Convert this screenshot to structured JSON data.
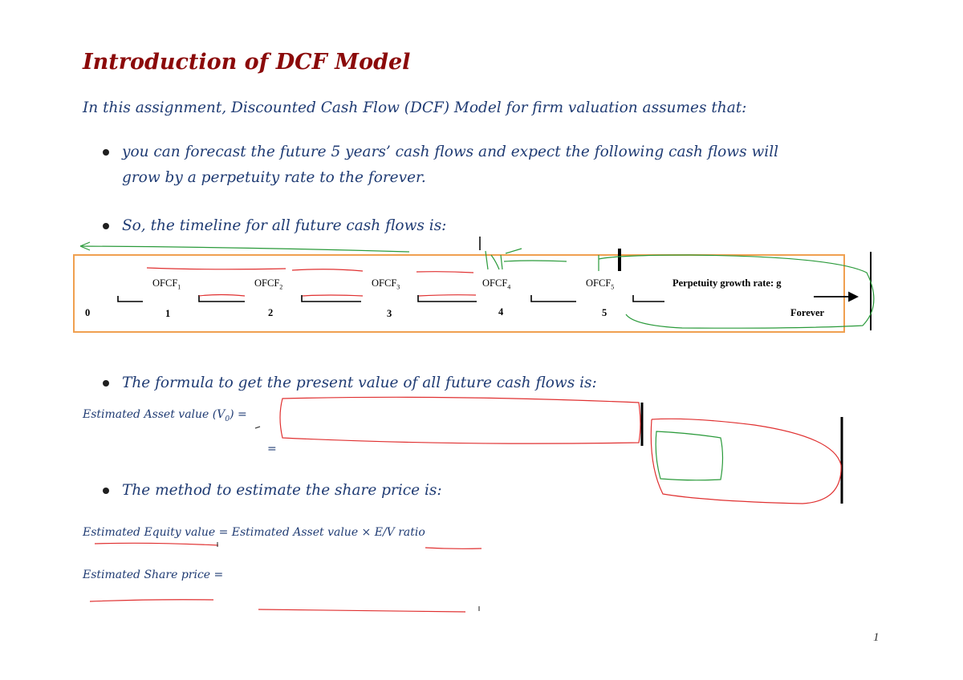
{
  "title": "Introduction of DCF Model",
  "intro": "In this assignment, Discounted Cash Flow (DCF) Model for firm valuation assumes that:",
  "bullets": {
    "forecast_line1": "you can forecast the future 5 years’ cash flows and expect the following cash flows will",
    "forecast_line2": "grow by a perpetuity rate to the forever.",
    "timeline": "So, the timeline for all future cash flows is:",
    "formula": "The formula to get the present value of all future cash flows is:",
    "method": "The method to estimate the share price is:"
  },
  "timeline": {
    "cash_flows": [
      {
        "name": "OFCF",
        "sub": "1"
      },
      {
        "name": "OFCF",
        "sub": "2"
      },
      {
        "name": "OFCF",
        "sub": "3"
      },
      {
        "name": "OFCF",
        "sub": "4"
      },
      {
        "name": "OFCF",
        "sub": "5"
      }
    ],
    "periods": [
      "0",
      "1",
      "2",
      "3",
      "4",
      "5"
    ],
    "growth_label": "Perpetuity growth rate: g",
    "end_label": "Forever"
  },
  "formulas": {
    "asset_value_label": "Estimated Asset value (V",
    "asset_value_sub": "0",
    "asset_value_tail": ") =",
    "equals": "=",
    "equity_value": "Estimated Equity value = Estimated Asset value × E/V ratio",
    "share_price": "Estimated Share price ="
  },
  "page_number": "1",
  "colors": {
    "title": "#8b0a0a",
    "body": "#1f3b73",
    "box": "#f0a050",
    "ink_red": "#e03030",
    "ink_green": "#2a9a3a"
  }
}
